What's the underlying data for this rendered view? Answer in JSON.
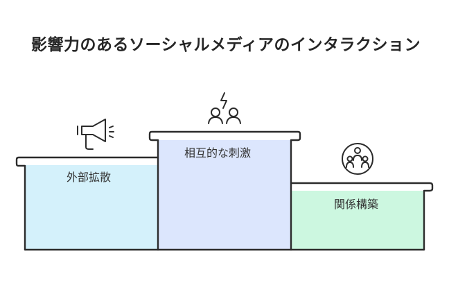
{
  "title": "影響力のあるソーシャルメディアのインタラクション",
  "steps": [
    {
      "label": "外部拡散",
      "icon": "megaphone-icon",
      "fill": "#d4f1fb"
    },
    {
      "label": "相互的な刺激",
      "icon": "people-spark-icon",
      "fill": "#dce6fd"
    },
    {
      "label": "関係構築",
      "icon": "community-icon",
      "fill": "#ccf7e0"
    }
  ],
  "colors": {
    "stroke": "#2b2b2b",
    "background": "#ffffff"
  }
}
